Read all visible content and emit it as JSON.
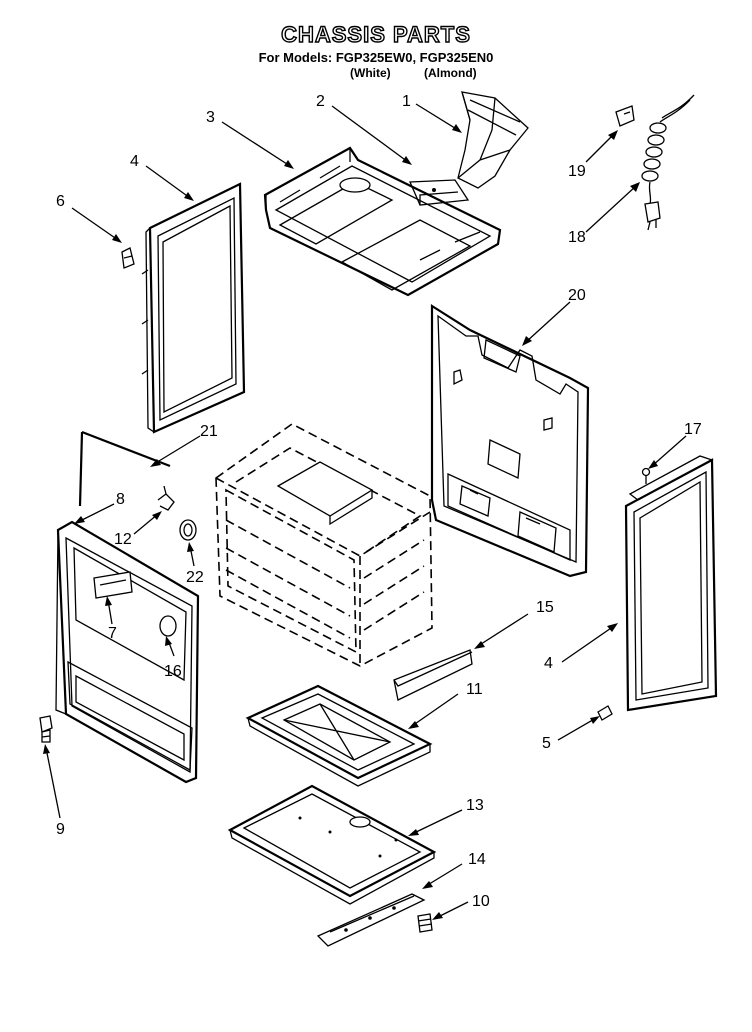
{
  "header": {
    "title": "CHASSIS PARTS",
    "models_line": "For Models: FGP325EW0, FGP325EN0",
    "variant_white": "(White)",
    "variant_almond": "(Almond)"
  },
  "callouts": [
    "1",
    "2",
    "3",
    "4",
    "6",
    "19",
    "18",
    "20",
    "21",
    "8",
    "12",
    "22",
    "7",
    "16",
    "9",
    "17",
    "15",
    "11",
    "4",
    "5",
    "13",
    "14",
    "10"
  ],
  "icons": [
    "part-icon"
  ]
}
